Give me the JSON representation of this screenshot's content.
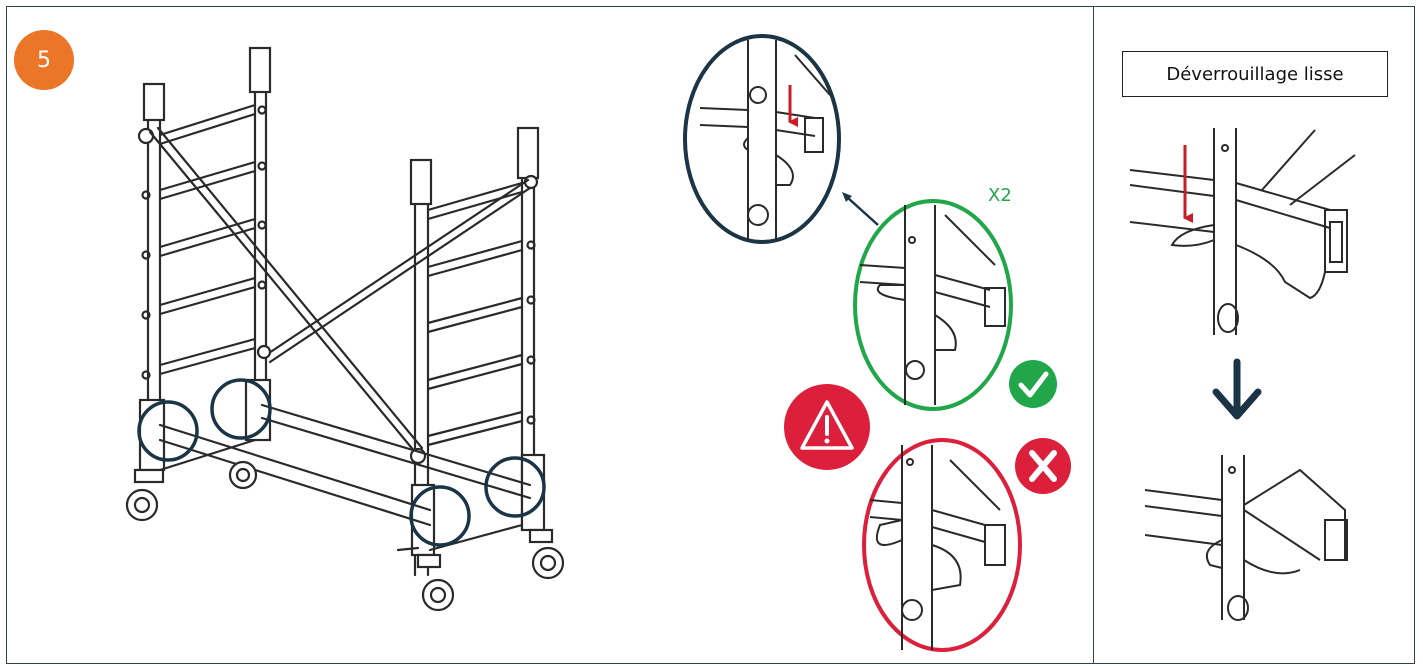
{
  "step": {
    "number": "5",
    "badge_color": "#ec7628"
  },
  "detail": {
    "multiplier": "X2"
  },
  "side_panel": {
    "title": "Déverrouillage  lisse"
  },
  "colors": {
    "line": "#2a2a2a",
    "highlight_circle": "#1b3446",
    "correct": "#22a64a",
    "incorrect": "#dc1f3a",
    "arrow_red": "#c81d25",
    "arrow_dark": "#1b3446"
  },
  "icons": [
    "warning-icon",
    "checkmark-icon",
    "cross-icon",
    "down-arrow-icon"
  ]
}
